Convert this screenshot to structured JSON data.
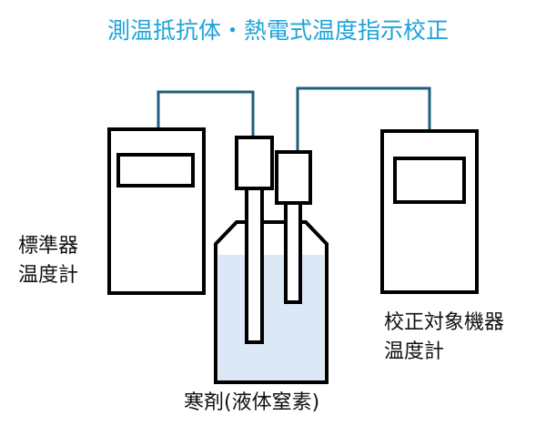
{
  "title": "測温抵抗体・熱電式温度指示校正",
  "colors": {
    "title": "#1ea3d8",
    "wire": "#1f5f7d",
    "outline": "#000000",
    "coolant": "#dce8f6"
  },
  "labels": {
    "standard_thermometer": [
      "標準器",
      "温度計"
    ],
    "target_thermometer": [
      "校正対象機器",
      "温度計"
    ],
    "coolant": "寒剤(液体窒素)"
  }
}
